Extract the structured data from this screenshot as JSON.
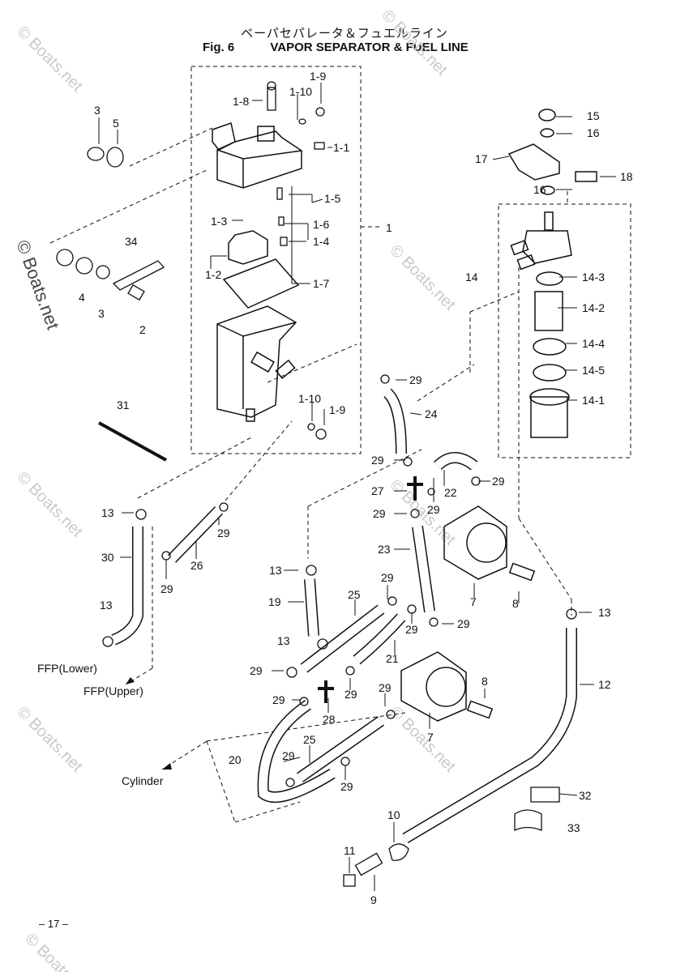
{
  "header": {
    "title_jp": "ベーパセパレータ＆フュエルライン",
    "fig_label": "Fig. 6",
    "title_en": "VAPOR SEPARATOR & FUEL LINE"
  },
  "watermark": {
    "text": "© Boats.net"
  },
  "callouts": {
    "c1_9a": "1-9",
    "c1_8": "1-8",
    "c1_10a": "1-10",
    "c1_1": "1-1",
    "c1_5": "1-5",
    "c1_3": "1-3",
    "c1_6": "1-6",
    "c1_4": "1-4",
    "c1": "1",
    "c1_2": "1-2",
    "c1_7": "1-7",
    "c1_10b": "1-10",
    "c1_9b": "1-9",
    "c3a": "3",
    "c5": "5",
    "c34": "34",
    "c4": "4",
    "c3b": "3",
    "c2": "2",
    "c31": "31",
    "c15": "15",
    "c16a": "16",
    "c17": "17",
    "c18": "18",
    "c16b": "16",
    "c14": "14",
    "c14_3": "14-3",
    "c14_2": "14-2",
    "c14_4": "14-4",
    "c14_5": "14-5",
    "c14_1": "14-1",
    "c29_a": "29",
    "c24": "24",
    "c29_b": "29",
    "c22": "22",
    "c29_c": "29",
    "c27": "27",
    "c29_d": "29",
    "c29_e": "29",
    "c13_a": "13",
    "c29_f": "29",
    "c30": "30",
    "c26": "26",
    "c29_g": "29",
    "c13_b": "13",
    "c23": "23",
    "c8_a": "8",
    "c7_a": "7",
    "c13_c": "13",
    "c19": "19",
    "c25_a": "25",
    "c29_h": "29",
    "c29_i": "29",
    "c29_j": "29",
    "c21": "21",
    "c13_d": "13",
    "c13_e": "13",
    "c12": "12",
    "c29_k": "29",
    "c29_l": "29",
    "c29_m": "29",
    "c28": "28",
    "c29_n": "29",
    "c8_b": "8",
    "c7_b": "7",
    "c20": "20",
    "c25_b": "25",
    "c29_o": "29",
    "c29_p": "29",
    "c32": "32",
    "c33": "33",
    "c10": "10",
    "c11": "11",
    "c9": "9"
  },
  "labels": {
    "ffp_lower": "FFP(Lower)",
    "ffp_upper": "FFP(Upper)",
    "cylinder": "Cylinder"
  },
  "footer": {
    "page": "– 17 –"
  }
}
